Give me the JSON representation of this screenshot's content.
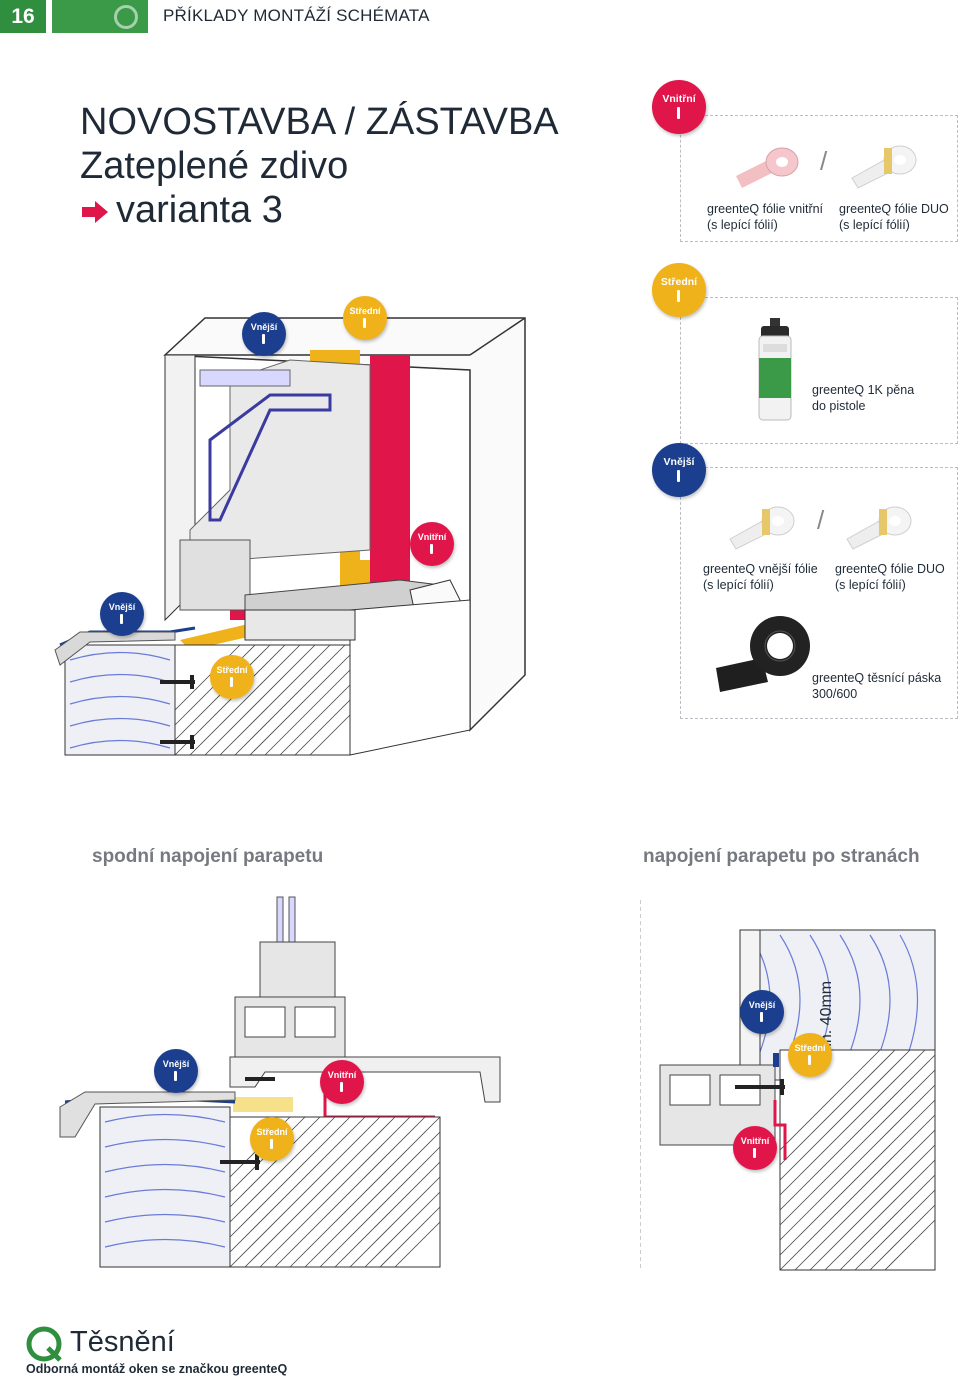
{
  "header": {
    "page_number": "16",
    "title": "PŘÍKLADY MONTÁŽÍ  SCHÉMATA"
  },
  "main_title": {
    "line1": "NOVOSTAVBA / ZÁSTAVBA",
    "line2": "Zateplené zdivo",
    "line3": "varianta 3"
  },
  "badges": {
    "inner": "Vnitřní",
    "middle": "Střední",
    "outer": "Vnější"
  },
  "legend": {
    "inner_foil": "greenteQ fólie vnitřní",
    "inner_foil_sub": "(s lepící fólií)",
    "duo_foil": "greenteQ fólie DUO",
    "duo_foil_sub": "(s lepící fólií)",
    "foam": "greenteQ 1K pěna",
    "foam_sub": "do pistole",
    "outer_foil": "greenteQ vnější fólie",
    "outer_foil_sub": "(s lepící fólií)",
    "duo_foil_2": "greenteQ fólie DUO",
    "duo_foil_2_sub": "(s lepící fólií)",
    "tape": "greenteQ těsnící páska",
    "tape_sub": "300/600",
    "separator": "/"
  },
  "sections": {
    "bottom": "spodní napojení parapetu",
    "sides": "napojení parapetu po stranách",
    "min_label": "min. 40mm"
  },
  "footer": {
    "brand": "Těsnění",
    "subtitle": "Odborná montáž oken se značkou greenteQ"
  },
  "colors": {
    "green": "#2f8f3f",
    "inner_red": "#e0154a",
    "middle_yellow": "#f0b21a",
    "outer_blue": "#1b3f8e"
  }
}
